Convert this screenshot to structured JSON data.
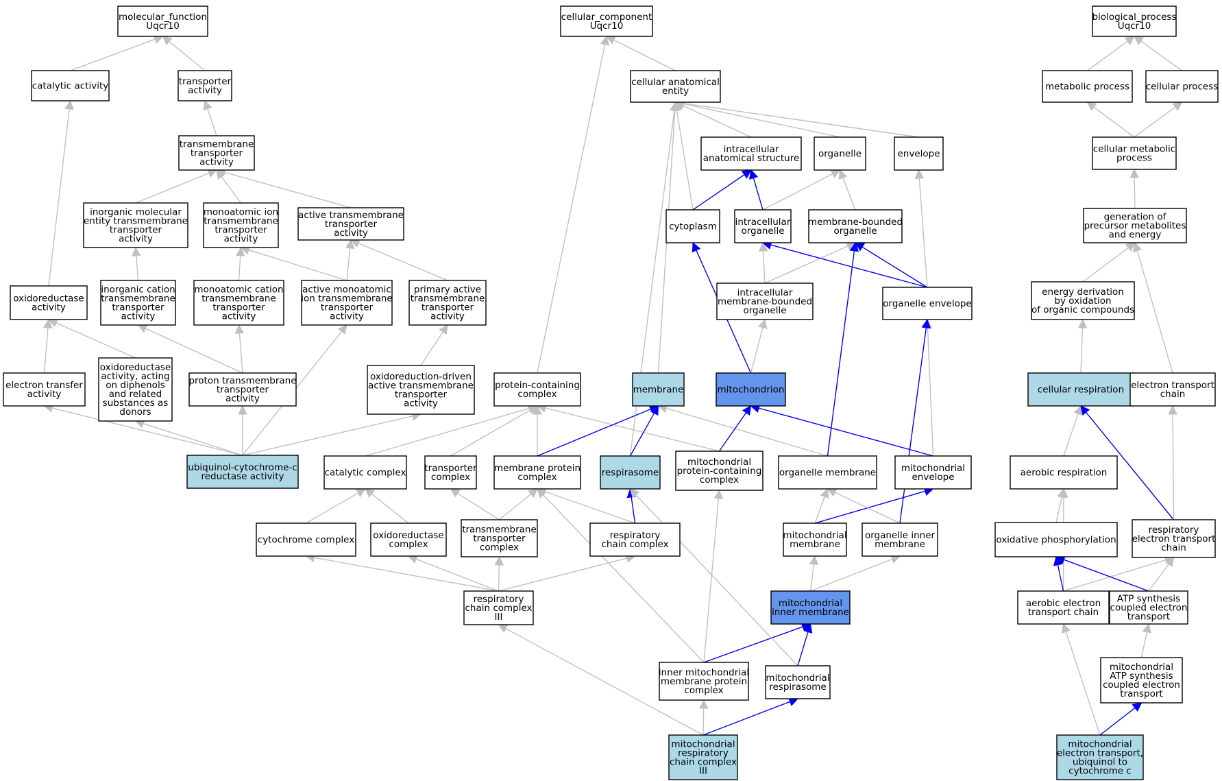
{
  "colors": {
    "plain": "#ffffff",
    "highlight": "#add8e6",
    "focus": "#6495ed",
    "grey_edge": "#c0c0c0",
    "blue_edge": "#0000ff"
  },
  "nodes": [
    {
      "id": "mf_root",
      "label": [
        "molecular_function",
        "Uqcr10"
      ],
      "style": "plain"
    },
    {
      "id": "catalytic_activity",
      "label": [
        "catalytic activity"
      ],
      "style": "plain"
    },
    {
      "id": "transporter_activity",
      "label": [
        "transporter",
        "activity"
      ],
      "style": "plain"
    },
    {
      "id": "tm_transporter",
      "label": [
        "transmembrane",
        "transporter",
        "activity"
      ],
      "style": "plain"
    },
    {
      "id": "inorg_mol_tm",
      "label": [
        "inorganic molecular",
        "entity transmembrane",
        "transporter",
        "activity"
      ],
      "style": "plain"
    },
    {
      "id": "monoatomic_ion_tm",
      "label": [
        "monoatomic ion",
        "transmembrane",
        "transporter",
        "activity"
      ],
      "style": "plain"
    },
    {
      "id": "active_tm",
      "label": [
        "active transmembrane",
        "transporter",
        "activity"
      ],
      "style": "plain"
    },
    {
      "id": "oxidoreductase",
      "label": [
        "oxidoreductase",
        "activity"
      ],
      "style": "plain"
    },
    {
      "id": "inorg_cation_tm",
      "label": [
        "inorganic cation",
        "transmembrane",
        "transporter",
        "activity"
      ],
      "style": "plain"
    },
    {
      "id": "monoatomic_cation_tm",
      "label": [
        "monoatomic cation",
        "transmembrane",
        "transporter",
        "activity"
      ],
      "style": "plain"
    },
    {
      "id": "active_monoatomic_tm",
      "label": [
        "active monoatomic",
        "ion transmembrane",
        "transporter",
        "activity"
      ],
      "style": "plain"
    },
    {
      "id": "primary_active_tm",
      "label": [
        "primary active",
        "transmembrane",
        "transporter",
        "activity"
      ],
      "style": "plain"
    },
    {
      "id": "electron_transfer",
      "label": [
        "electron transfer",
        "activity"
      ],
      "style": "plain"
    },
    {
      "id": "oxidoreductase_diphenols",
      "label": [
        "oxidoreductase",
        "activity, acting",
        "on diphenols",
        "and related",
        "substances as",
        "donors"
      ],
      "style": "plain"
    },
    {
      "id": "proton_tm",
      "label": [
        "proton transmembrane",
        "transporter",
        "activity"
      ],
      "style": "plain"
    },
    {
      "id": "oxred_driven_tm",
      "label": [
        "oxidoreduction-driven",
        "active transmembrane",
        "transporter",
        "activity"
      ],
      "style": "plain"
    },
    {
      "id": "ubiquinol_cytc",
      "label": [
        "ubiquinol-cytochrome-c",
        "reductase activity"
      ],
      "style": "highlight"
    },
    {
      "id": "cc_root",
      "label": [
        "cellular_component",
        "Uqcr10"
      ],
      "style": "plain"
    },
    {
      "id": "cellular_anatomical",
      "label": [
        "cellular anatomical",
        "entity"
      ],
      "style": "plain"
    },
    {
      "id": "intracellular_anat",
      "label": [
        "intracellular",
        "anatomical structure"
      ],
      "style": "plain"
    },
    {
      "id": "organelle",
      "label": [
        "organelle"
      ],
      "style": "plain"
    },
    {
      "id": "envelope",
      "label": [
        "envelope"
      ],
      "style": "plain"
    },
    {
      "id": "cytoplasm",
      "label": [
        "cytoplasm"
      ],
      "style": "plain"
    },
    {
      "id": "intracellular_organelle",
      "label": [
        "intracellular",
        "organelle"
      ],
      "style": "plain"
    },
    {
      "id": "membrane_bounded",
      "label": [
        "membrane-bounded",
        "organelle"
      ],
      "style": "plain"
    },
    {
      "id": "intracellular_mbo",
      "label": [
        "intracellular",
        "membrane-bounded",
        "organelle"
      ],
      "style": "plain"
    },
    {
      "id": "organelle_envelope",
      "label": [
        "organelle envelope"
      ],
      "style": "plain"
    },
    {
      "id": "protein_complex",
      "label": [
        "protein-containing",
        "complex"
      ],
      "style": "plain"
    },
    {
      "id": "membrane",
      "label": [
        "membrane"
      ],
      "style": "highlight"
    },
    {
      "id": "mitochondrion",
      "label": [
        "mitochondrion"
      ],
      "style": "focus"
    },
    {
      "id": "catalytic_complex",
      "label": [
        "catalytic complex"
      ],
      "style": "plain"
    },
    {
      "id": "transporter_complex",
      "label": [
        "transporter",
        "complex"
      ],
      "style": "plain"
    },
    {
      "id": "membrane_protein_complex",
      "label": [
        "membrane protein",
        "complex"
      ],
      "style": "plain"
    },
    {
      "id": "respirasome",
      "label": [
        "respirasome"
      ],
      "style": "highlight"
    },
    {
      "id": "mito_protein_complex",
      "label": [
        "mitochondrial",
        "protein-containing",
        "complex"
      ],
      "style": "plain"
    },
    {
      "id": "organelle_membrane",
      "label": [
        "organelle membrane"
      ],
      "style": "plain"
    },
    {
      "id": "mito_envelope",
      "label": [
        "mitochondrial",
        "envelope"
      ],
      "style": "plain"
    },
    {
      "id": "cytochrome_complex",
      "label": [
        "cytochrome complex"
      ],
      "style": "plain"
    },
    {
      "id": "oxidoreductase_complex",
      "label": [
        "oxidoreductase",
        "complex"
      ],
      "style": "plain"
    },
    {
      "id": "tm_transporter_complex",
      "label": [
        "transmembrane",
        "transporter",
        "complex"
      ],
      "style": "plain"
    },
    {
      "id": "resp_chain_complex",
      "label": [
        "respiratory",
        "chain complex"
      ],
      "style": "plain"
    },
    {
      "id": "mito_membrane",
      "label": [
        "mitochondrial",
        "membrane"
      ],
      "style": "plain"
    },
    {
      "id": "organelle_inner_membrane",
      "label": [
        "organelle inner",
        "membrane"
      ],
      "style": "plain"
    },
    {
      "id": "resp_chain_complex_iii",
      "label": [
        "respiratory",
        "chain complex",
        "III"
      ],
      "style": "plain"
    },
    {
      "id": "mito_inner_membrane",
      "label": [
        "mitochondrial",
        "inner membrane"
      ],
      "style": "focus"
    },
    {
      "id": "inner_mito_mpc",
      "label": [
        "inner mitochondrial",
        "membrane protein",
        "complex"
      ],
      "style": "plain"
    },
    {
      "id": "mito_respirasome",
      "label": [
        "mitochondrial",
        "respirasome"
      ],
      "style": "plain"
    },
    {
      "id": "mito_resp_complex_iii",
      "label": [
        "mitochondrial",
        "respiratory",
        "chain complex",
        "III"
      ],
      "style": "highlight"
    },
    {
      "id": "bp_root",
      "label": [
        "biological_process",
        "Uqcr10"
      ],
      "style": "plain"
    },
    {
      "id": "metabolic_process",
      "label": [
        "metabolic process"
      ],
      "style": "plain"
    },
    {
      "id": "cellular_process",
      "label": [
        "cellular process"
      ],
      "style": "plain"
    },
    {
      "id": "cellular_metabolic",
      "label": [
        "cellular metabolic",
        "process"
      ],
      "style": "plain"
    },
    {
      "id": "generation_precursor",
      "label": [
        "generation of",
        "precursor metabolites",
        "and energy"
      ],
      "style": "plain"
    },
    {
      "id": "energy_derivation",
      "label": [
        "energy derivation",
        "by oxidation",
        "of organic compounds"
      ],
      "style": "plain"
    },
    {
      "id": "cellular_respiration",
      "label": [
        "cellular respiration"
      ],
      "style": "highlight"
    },
    {
      "id": "electron_transport_chain",
      "label": [
        "electron transport",
        "chain"
      ],
      "style": "plain"
    },
    {
      "id": "aerobic_respiration",
      "label": [
        "aerobic respiration"
      ],
      "style": "plain"
    },
    {
      "id": "oxidative_phosphorylation",
      "label": [
        "oxidative phosphorylation"
      ],
      "style": "plain"
    },
    {
      "id": "resp_etc",
      "label": [
        "respiratory",
        "electron transport",
        "chain"
      ],
      "style": "plain"
    },
    {
      "id": "aerobic_etc",
      "label": [
        "aerobic electron",
        "transport chain"
      ],
      "style": "plain"
    },
    {
      "id": "atp_synthesis_et",
      "label": [
        "ATP synthesis",
        "coupled electron",
        "transport"
      ],
      "style": "plain"
    },
    {
      "id": "mito_atp_synthesis_et",
      "label": [
        "mitochondrial",
        "ATP synthesis",
        "coupled electron",
        "transport"
      ],
      "style": "plain"
    },
    {
      "id": "mito_et_ubiquinol",
      "label": [
        "mitochondrial",
        "electron transport,",
        "ubiquinol to",
        "cytochrome c"
      ],
      "style": "highlight"
    }
  ],
  "edges": [
    {
      "from": "catalytic_activity",
      "to": "mf_root",
      "kind": "grey"
    },
    {
      "from": "transporter_activity",
      "to": "mf_root",
      "kind": "grey"
    },
    {
      "from": "oxidoreductase",
      "to": "catalytic_activity",
      "kind": "grey"
    },
    {
      "from": "tm_transporter",
      "to": "transporter_activity",
      "kind": "grey"
    },
    {
      "from": "inorg_mol_tm",
      "to": "tm_transporter",
      "kind": "grey"
    },
    {
      "from": "monoatomic_ion_tm",
      "to": "tm_transporter",
      "kind": "grey"
    },
    {
      "from": "active_tm",
      "to": "tm_transporter",
      "kind": "grey"
    },
    {
      "from": "inorg_cation_tm",
      "to": "inorg_mol_tm",
      "kind": "grey"
    },
    {
      "from": "monoatomic_cation_tm",
      "to": "monoatomic_ion_tm",
      "kind": "grey"
    },
    {
      "from": "active_monoatomic_tm",
      "to": "monoatomic_ion_tm",
      "kind": "grey"
    },
    {
      "from": "active_monoatomic_tm",
      "to": "active_tm",
      "kind": "grey"
    },
    {
      "from": "primary_active_tm",
      "to": "active_tm",
      "kind": "grey"
    },
    {
      "from": "electron_transfer",
      "to": "oxidoreductase",
      "kind": "grey"
    },
    {
      "from": "oxidoreductase_diphenols",
      "to": "oxidoreductase",
      "kind": "grey"
    },
    {
      "from": "proton_tm",
      "to": "inorg_cation_tm",
      "kind": "grey"
    },
    {
      "from": "proton_tm",
      "to": "monoatomic_cation_tm",
      "kind": "grey"
    },
    {
      "from": "oxred_driven_tm",
      "to": "primary_active_tm",
      "kind": "grey"
    },
    {
      "from": "ubiquinol_cytc",
      "to": "electron_transfer",
      "kind": "grey"
    },
    {
      "from": "ubiquinol_cytc",
      "to": "oxidoreductase_diphenols",
      "kind": "grey"
    },
    {
      "from": "ubiquinol_cytc",
      "to": "proton_tm",
      "kind": "grey"
    },
    {
      "from": "ubiquinol_cytc",
      "to": "active_monoatomic_tm",
      "kind": "grey"
    },
    {
      "from": "ubiquinol_cytc",
      "to": "oxred_driven_tm",
      "kind": "grey"
    },
    {
      "from": "cellular_anatomical",
      "to": "cc_root",
      "kind": "grey"
    },
    {
      "from": "protein_complex",
      "to": "cc_root",
      "kind": "grey"
    },
    {
      "from": "intracellular_anat",
      "to": "cellular_anatomical",
      "kind": "grey"
    },
    {
      "from": "organelle",
      "to": "cellular_anatomical",
      "kind": "grey"
    },
    {
      "from": "envelope",
      "to": "cellular_anatomical",
      "kind": "grey"
    },
    {
      "from": "cytoplasm",
      "to": "cellular_anatomical",
      "kind": "grey"
    },
    {
      "from": "membrane",
      "to": "cellular_anatomical",
      "kind": "grey"
    },
    {
      "from": "respirasome",
      "to": "cellular_anatomical",
      "kind": "grey"
    },
    {
      "from": "cytoplasm",
      "to": "intracellular_anat",
      "kind": "blue"
    },
    {
      "from": "intracellular_organelle",
      "to": "intracellular_anat",
      "kind": "blue"
    },
    {
      "from": "intracellular_organelle",
      "to": "organelle",
      "kind": "grey"
    },
    {
      "from": "membrane_bounded",
      "to": "organelle",
      "kind": "grey"
    },
    {
      "from": "intracellular_mbo",
      "to": "intracellular_organelle",
      "kind": "grey"
    },
    {
      "from": "intracellular_mbo",
      "to": "membrane_bounded",
      "kind": "grey"
    },
    {
      "from": "organelle_envelope",
      "to": "intracellular_organelle",
      "kind": "blue"
    },
    {
      "from": "organelle_envelope",
      "to": "membrane_bounded",
      "kind": "blue"
    },
    {
      "from": "organelle_envelope",
      "to": "envelope",
      "kind": "grey"
    },
    {
      "from": "mitochondrion",
      "to": "cytoplasm",
      "kind": "blue"
    },
    {
      "from": "mitochondrion",
      "to": "intracellular_mbo",
      "kind": "grey"
    },
    {
      "from": "catalytic_complex",
      "to": "protein_complex",
      "kind": "grey"
    },
    {
      "from": "transporter_complex",
      "to": "protein_complex",
      "kind": "grey"
    },
    {
      "from": "membrane_protein_complex",
      "to": "protein_complex",
      "kind": "grey"
    },
    {
      "from": "mito_protein_complex",
      "to": "protein_complex",
      "kind": "grey"
    },
    {
      "from": "membrane_protein_complex",
      "to": "membrane",
      "kind": "blue"
    },
    {
      "from": "respirasome",
      "to": "membrane",
      "kind": "blue"
    },
    {
      "from": "organelle_membrane",
      "to": "membrane",
      "kind": "grey"
    },
    {
      "from": "mito_protein_complex",
      "to": "mitochondrion",
      "kind": "blue"
    },
    {
      "from": "mito_envelope",
      "to": "mitochondrion",
      "kind": "blue"
    },
    {
      "from": "organelle_membrane",
      "to": "membrane_bounded",
      "kind": "blue"
    },
    {
      "from": "mito_envelope",
      "to": "organelle_envelope",
      "kind": "grey"
    },
    {
      "from": "cytochrome_complex",
      "to": "catalytic_complex",
      "kind": "grey"
    },
    {
      "from": "oxidoreductase_complex",
      "to": "catalytic_complex",
      "kind": "grey"
    },
    {
      "from": "tm_transporter_complex",
      "to": "transporter_complex",
      "kind": "grey"
    },
    {
      "from": "tm_transporter_complex",
      "to": "membrane_protein_complex",
      "kind": "grey"
    },
    {
      "from": "resp_chain_complex",
      "to": "membrane_protein_complex",
      "kind": "grey"
    },
    {
      "from": "resp_chain_complex",
      "to": "respirasome",
      "kind": "blue"
    },
    {
      "from": "mito_membrane",
      "to": "organelle_membrane",
      "kind": "grey"
    },
    {
      "from": "mito_membrane",
      "to": "mito_envelope",
      "kind": "blue"
    },
    {
      "from": "organelle_inner_membrane",
      "to": "organelle_membrane",
      "kind": "grey"
    },
    {
      "from": "organelle_inner_membrane",
      "to": "organelle_envelope",
      "kind": "blue"
    },
    {
      "from": "resp_chain_complex_iii",
      "to": "cytochrome_complex",
      "kind": "grey"
    },
    {
      "from": "resp_chain_complex_iii",
      "to": "oxidoreductase_complex",
      "kind": "grey"
    },
    {
      "from": "resp_chain_complex_iii",
      "to": "tm_transporter_complex",
      "kind": "grey"
    },
    {
      "from": "resp_chain_complex_iii",
      "to": "resp_chain_complex",
      "kind": "grey"
    },
    {
      "from": "mito_inner_membrane",
      "to": "mito_membrane",
      "kind": "grey"
    },
    {
      "from": "mito_inner_membrane",
      "to": "organelle_inner_membrane",
      "kind": "grey"
    },
    {
      "from": "inner_mito_mpc",
      "to": "membrane_protein_complex",
      "kind": "grey"
    },
    {
      "from": "inner_mito_mpc",
      "to": "mito_protein_complex",
      "kind": "grey"
    },
    {
      "from": "inner_mito_mpc",
      "to": "mito_inner_membrane",
      "kind": "blue"
    },
    {
      "from": "mito_respirasome",
      "to": "respirasome",
      "kind": "grey"
    },
    {
      "from": "mito_respirasome",
      "to": "mito_inner_membrane",
      "kind": "blue"
    },
    {
      "from": "mito_resp_complex_iii",
      "to": "resp_chain_complex_iii",
      "kind": "grey"
    },
    {
      "from": "mito_resp_complex_iii",
      "to": "inner_mito_mpc",
      "kind": "grey"
    },
    {
      "from": "mito_resp_complex_iii",
      "to": "mito_respirasome",
      "kind": "blue"
    },
    {
      "from": "metabolic_process",
      "to": "bp_root",
      "kind": "grey"
    },
    {
      "from": "cellular_process",
      "to": "bp_root",
      "kind": "grey"
    },
    {
      "from": "cellular_metabolic",
      "to": "metabolic_process",
      "kind": "grey"
    },
    {
      "from": "cellular_metabolic",
      "to": "cellular_process",
      "kind": "grey"
    },
    {
      "from": "generation_precursor",
      "to": "cellular_metabolic",
      "kind": "grey"
    },
    {
      "from": "energy_derivation",
      "to": "generation_precursor",
      "kind": "grey"
    },
    {
      "from": "electron_transport_chain",
      "to": "generation_precursor",
      "kind": "grey"
    },
    {
      "from": "cellular_respiration",
      "to": "energy_derivation",
      "kind": "grey"
    },
    {
      "from": "aerobic_respiration",
      "to": "cellular_respiration",
      "kind": "grey"
    },
    {
      "from": "oxidative_phosphorylation",
      "to": "aerobic_respiration",
      "kind": "grey"
    },
    {
      "from": "resp_etc",
      "to": "cellular_respiration",
      "kind": "blue"
    },
    {
      "from": "resp_etc",
      "to": "electron_transport_chain",
      "kind": "grey"
    },
    {
      "from": "aerobic_etc",
      "to": "aerobic_respiration",
      "kind": "grey"
    },
    {
      "from": "aerobic_etc",
      "to": "oxidative_phosphorylation",
      "kind": "blue"
    },
    {
      "from": "aerobic_etc",
      "to": "resp_etc",
      "kind": "grey"
    },
    {
      "from": "atp_synthesis_et",
      "to": "oxidative_phosphorylation",
      "kind": "blue"
    },
    {
      "from": "atp_synthesis_et",
      "to": "resp_etc",
      "kind": "grey"
    },
    {
      "from": "mito_atp_synthesis_et",
      "to": "atp_synthesis_et",
      "kind": "grey"
    },
    {
      "from": "mito_et_ubiquinol",
      "to": "aerobic_etc",
      "kind": "grey"
    },
    {
      "from": "mito_et_ubiquinol",
      "to": "mito_atp_synthesis_et",
      "kind": "blue"
    }
  ]
}
